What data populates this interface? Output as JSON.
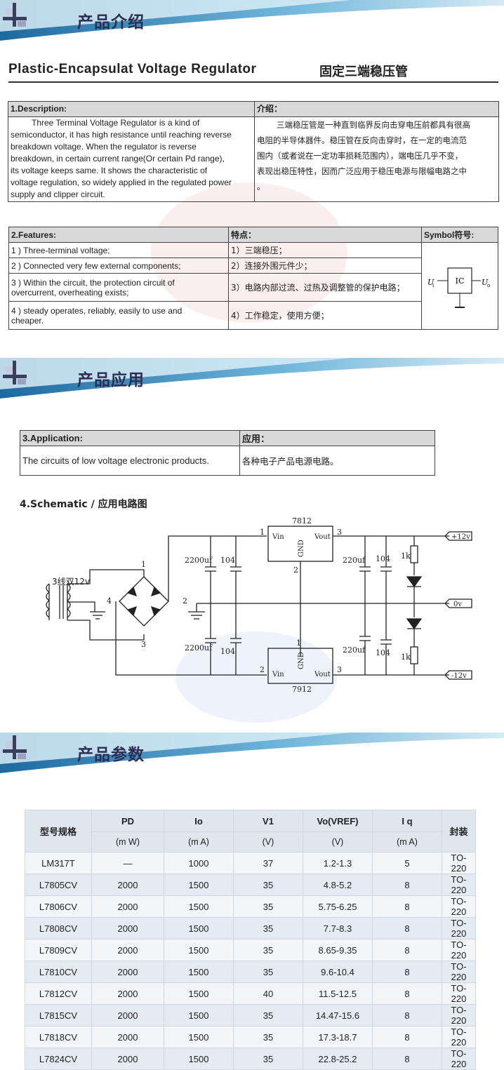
{
  "banners": [
    {
      "title": "产品介绍"
    },
    {
      "title": "产品应用"
    },
    {
      "title": "产品参数"
    }
  ],
  "page_title": {
    "en": "Plastic-Encapsulat Voltage Regulator",
    "cn": "固定三端稳压管"
  },
  "description": {
    "header_en": "1.Description:",
    "header_cn": "介绍：",
    "lines_en": [
      "Three Terminal Voltage Regulator is a kind of",
      "semiconductor, it has high resistance until reaching reverse",
      "breakdown voltage. When the regulator is reverse",
      "breakdown, in certain current range(Or certain Pd range),",
      "its voltage keeps same. It shows the characteristic of",
      "voltage regulation, so widely applied in the regulated power",
      "supply and clipper circuit."
    ],
    "lines_cn": [
      "三端稳压管是一种直到临界反向击穿电压前都具有很高",
      "电阻的半导体器件。稳压管在反向击穿时，在一定的电流范",
      "围内（或者说在一定功率损耗范围内），端电压几乎不变，",
      "表现出稳压特性，因而广泛应用于稳压电源与限幅电路之中",
      "。"
    ]
  },
  "features": {
    "header_en": "2.Features:",
    "header_cn": "特点：",
    "header_symbol": "Symbol符号:",
    "rows": [
      {
        "en": [
          "1 ) Three-terminal voltage;"
        ],
        "cn": "1）三端稳压；"
      },
      {
        "en": [
          "2 ) Connected very few external components;"
        ],
        "cn": "2）连接外围元件少；"
      },
      {
        "en": [
          "3 ) Within the circuit, the protection circuit of",
          "overcurrent, overheating exists;"
        ],
        "cn": "3）电路内部过流、过热及调整管的保护电路；"
      },
      {
        "en": [
          "4 ) steady operates, reliably, easily to use and",
          "cheaper."
        ],
        "cn": "4）工作稳定，使用方便；"
      }
    ],
    "symbol": {
      "in": "U",
      "in_sub": "i",
      "block": "IC",
      "out": "U",
      "out_sub": "o"
    }
  },
  "application": {
    "header_en": "3.Application:",
    "header_cn": "应用：",
    "body_en": "The circuits of low voltage electronic products.",
    "body_cn": "各种电子产品电源电路。"
  },
  "schematic": {
    "title": "4.Schematic / 应用电路图",
    "labels": {
      "transformer": "3线双12v",
      "ic_top": "7812",
      "ic_bottom": "7912",
      "vin": "Vin",
      "vout": "Vout",
      "gnd": "GND",
      "cap_big": "2200uf",
      "cap_small_a": "104",
      "cap_mid": "220uf",
      "res": "1k",
      "out_pos": "+12v",
      "out_zero": "0v",
      "out_neg": "-12v",
      "pin1": "1",
      "pin2": "2",
      "pin3": "3",
      "pin4": "4"
    }
  },
  "params": {
    "headers": [
      "型号规格",
      "PD",
      "Io",
      "V1",
      "Vo(VREF)",
      "I q",
      "封装"
    ],
    "units": [
      "(m W)",
      "(m A)",
      "(V)",
      "(V)",
      "(m A)"
    ],
    "rows": [
      [
        "LM317T",
        "—",
        "1000",
        "37",
        "1.2-1.3",
        "5",
        "TO-220"
      ],
      [
        "L7805CV",
        "2000",
        "1500",
        "35",
        "4.8-5.2",
        "8",
        "TO-220"
      ],
      [
        "L7806CV",
        "2000",
        "1500",
        "35",
        "5.75-6.25",
        "8",
        "TO-220"
      ],
      [
        "L7808CV",
        "2000",
        "1500",
        "35",
        "7.7-8.3",
        "8",
        "TO-220"
      ],
      [
        "L7809CV",
        "2000",
        "1500",
        "35",
        "8.65-9.35",
        "8",
        "TO-220"
      ],
      [
        "L7810CV",
        "2000",
        "1500",
        "35",
        "9.6-10.4",
        "8",
        "TO-220"
      ],
      [
        "L7812CV",
        "2000",
        "1500",
        "40",
        "11.5-12.5",
        "8",
        "TO-220"
      ],
      [
        "L7815CV",
        "2000",
        "1500",
        "35",
        "14.47-15.6",
        "8",
        "TO-220"
      ],
      [
        "L7818CV",
        "2000",
        "1500",
        "35",
        "17.3-18.7",
        "8",
        "TO-220"
      ],
      [
        "L7824CV",
        "2000",
        "1500",
        "35",
        "22.8-25.2",
        "8",
        "TO-220"
      ]
    ]
  }
}
